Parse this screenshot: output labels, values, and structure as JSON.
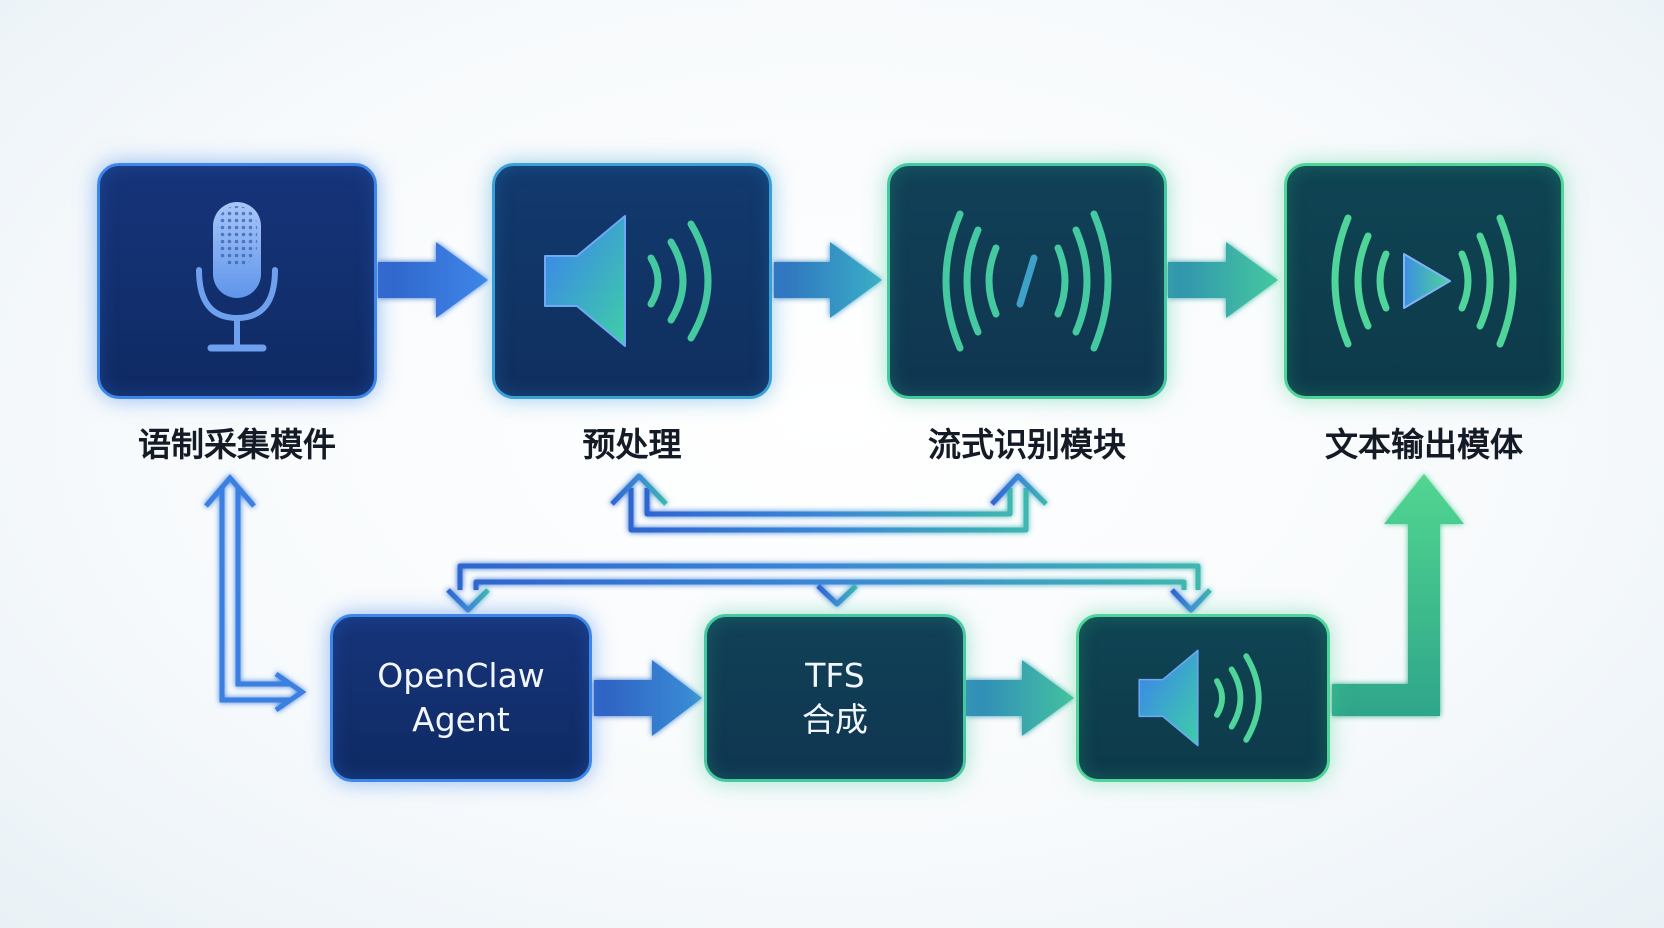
{
  "nodes": {
    "capture": {
      "label": "语制采集模件",
      "icon": "microphone-icon"
    },
    "preprocess": {
      "label": "预处理",
      "icon": "speaker-icon"
    },
    "recognition": {
      "label": "流式识别模块",
      "icon": "soundwave-icon"
    },
    "text_output": {
      "label": "文本输出模体",
      "icon": "play-wave-icon"
    },
    "agent": {
      "line1": "OpenClaw",
      "line2": "Agent"
    },
    "tts": {
      "line1": "TFS",
      "line2": "合成"
    },
    "audio_out": {
      "icon": "speaker-icon"
    }
  },
  "colors": {
    "blue": "#3f86ea",
    "teal": "#3aa0d8",
    "green": "#45c9a0",
    "node_fill": "#10306a"
  }
}
